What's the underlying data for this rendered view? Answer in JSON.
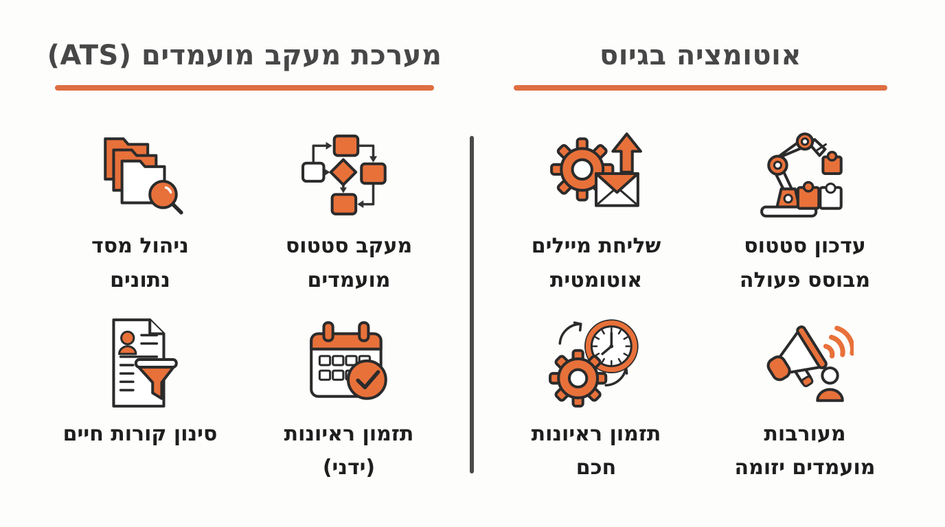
{
  "colors": {
    "accent_orange": "#e8713a",
    "underline_orange": "#de6e41",
    "divider_gray": "#4a4a4a",
    "title_text": "#474747",
    "label_text": "#1e1e1e",
    "background": "#fdfdfc"
  },
  "divider": {
    "name": "column-divider"
  },
  "sections": [
    {
      "id": "ats-section",
      "side": "left",
      "title": "מערכת מעקב מועמדים (ATS)",
      "items": [
        {
          "icon": "folders-search-icon",
          "line1": "ניהול מסד",
          "line2": "נתונים"
        },
        {
          "icon": "flowchart-icon",
          "line1": "מעקב סטטוס",
          "line2": "מועמדים"
        },
        {
          "icon": "cv-filter-icon",
          "line1": "סינון קורות חיים",
          "line2": ""
        },
        {
          "icon": "calendar-check-icon",
          "line1": "תזמון ראיונות",
          "line2": "(ידני)"
        }
      ]
    },
    {
      "id": "automation-section",
      "side": "right",
      "title": "אוטומציה בגיוס",
      "items": [
        {
          "icon": "gear-mail-icon",
          "line1": "שליחת מיילים",
          "line2": "אוטומטית"
        },
        {
          "icon": "robot-arm-puzzle-icon",
          "line1": "עדכון סטטוס",
          "line2": "מבוסס פעולה"
        },
        {
          "icon": "gear-clock-icon",
          "line1": "תזמון ראיונות",
          "line2": "חכם"
        },
        {
          "icon": "megaphone-person-icon",
          "line1": "מעורבות",
          "line2": "מועמדים יזומה"
        }
      ]
    }
  ]
}
